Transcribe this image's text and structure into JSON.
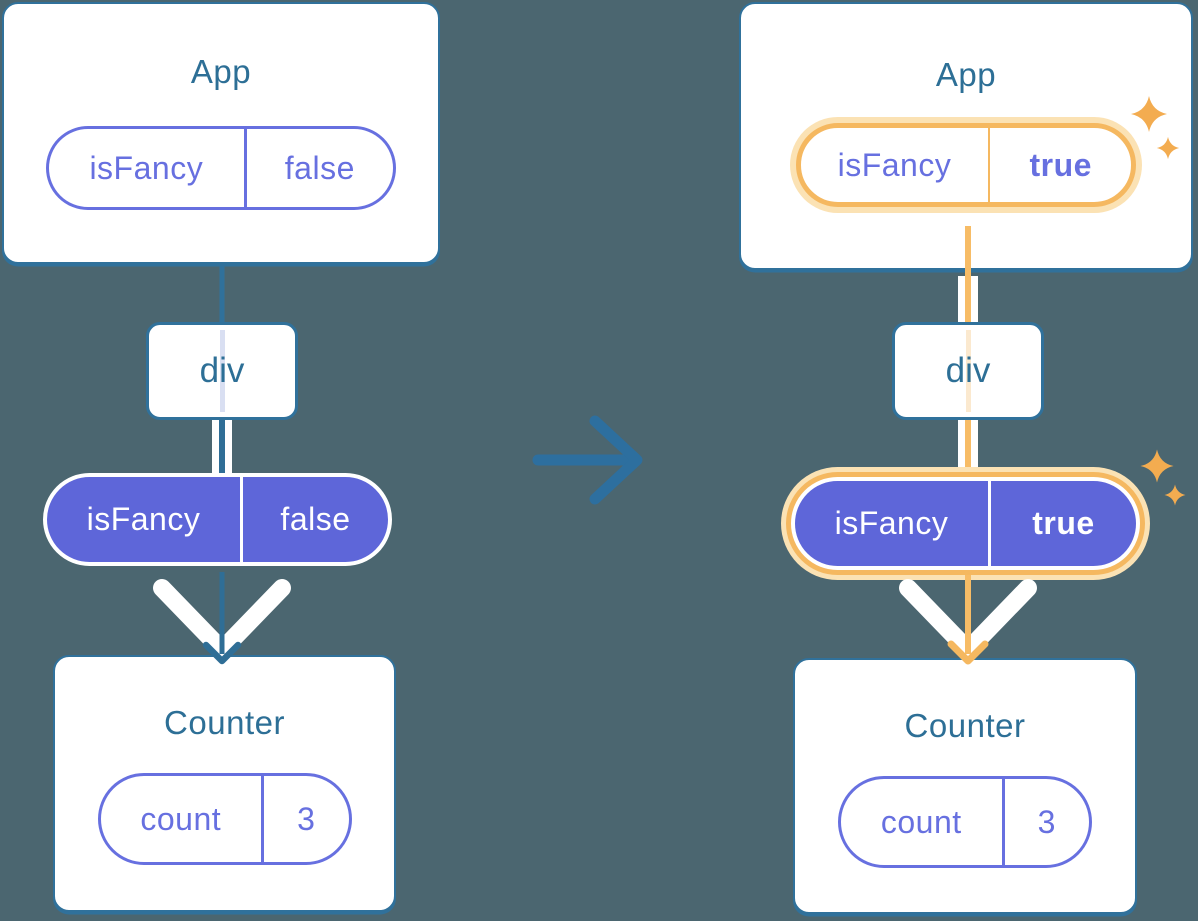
{
  "colors": {
    "background": "#4B6670",
    "box_border": "#30719B",
    "title_text": "#2D6F96",
    "purple_outline": "#6770E0",
    "purple_fill": "#5E66D9",
    "orange_ring": "#F5B860",
    "orange_halo": "#FBE2B4",
    "orange_line": "#F7BC66",
    "sparkle": "#F3AC50",
    "faint_lavender": "#D9DFF2",
    "faint_peach": "#FBE9CF",
    "white": "#FFFFFF"
  },
  "icons": {
    "transition": "arrow-right-icon",
    "sparkle": "sparkle-icon",
    "flow_arrow": "chevron-down-arrow-icon"
  },
  "trees": [
    {
      "state": "before",
      "highlighted": false,
      "app": {
        "title": "App",
        "state": {
          "name": "isFancy",
          "value": "false"
        }
      },
      "container": {
        "label": "div"
      },
      "prop": {
        "name": "isFancy",
        "value": "false"
      },
      "counter": {
        "title": "Counter",
        "state": {
          "name": "count",
          "value": "3"
        }
      }
    },
    {
      "state": "after",
      "highlighted": true,
      "app": {
        "title": "App",
        "state": {
          "name": "isFancy",
          "value": "true"
        }
      },
      "container": {
        "label": "div"
      },
      "prop": {
        "name": "isFancy",
        "value": "true"
      },
      "counter": {
        "title": "Counter",
        "state": {
          "name": "count",
          "value": "3"
        }
      }
    }
  ]
}
